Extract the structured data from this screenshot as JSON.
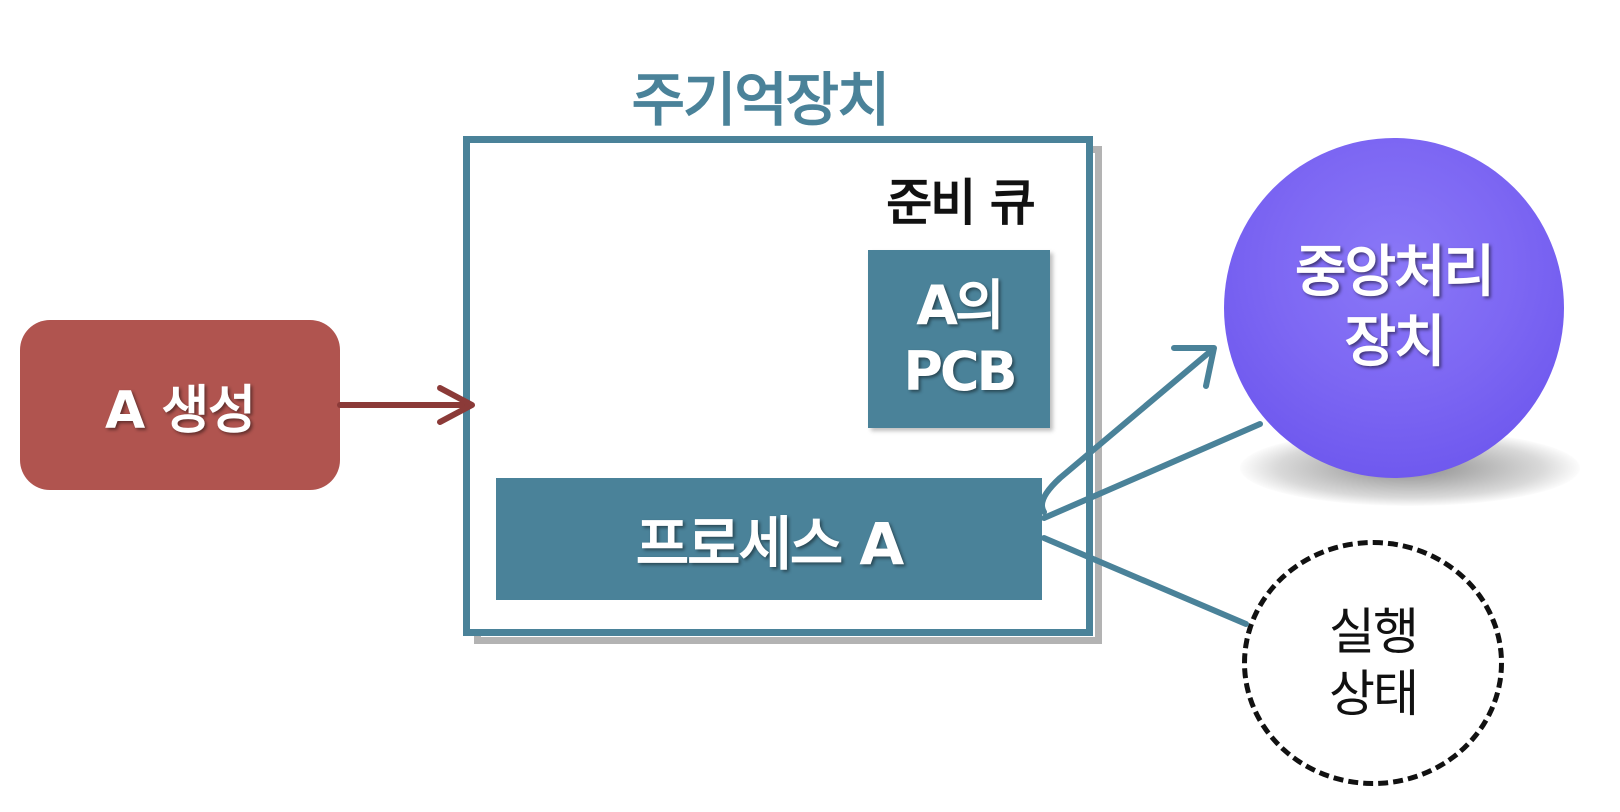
{
  "memory": {
    "title": "주기억장치",
    "ready_queue_label": "준비 큐",
    "pcb_line1": "A의",
    "pcb_line2": "PCB",
    "process_label": "프로세스 A"
  },
  "create": {
    "label": "A 생성"
  },
  "cpu": {
    "line1": "중앙처리",
    "line2": "장치"
  },
  "running_state": {
    "line1": "실행",
    "line2": "상태"
  },
  "colors": {
    "teal": "#4a8299",
    "create_red": "#b0544f",
    "arrow_red": "#8b3a38",
    "cpu_purple": "#7d67f3"
  }
}
